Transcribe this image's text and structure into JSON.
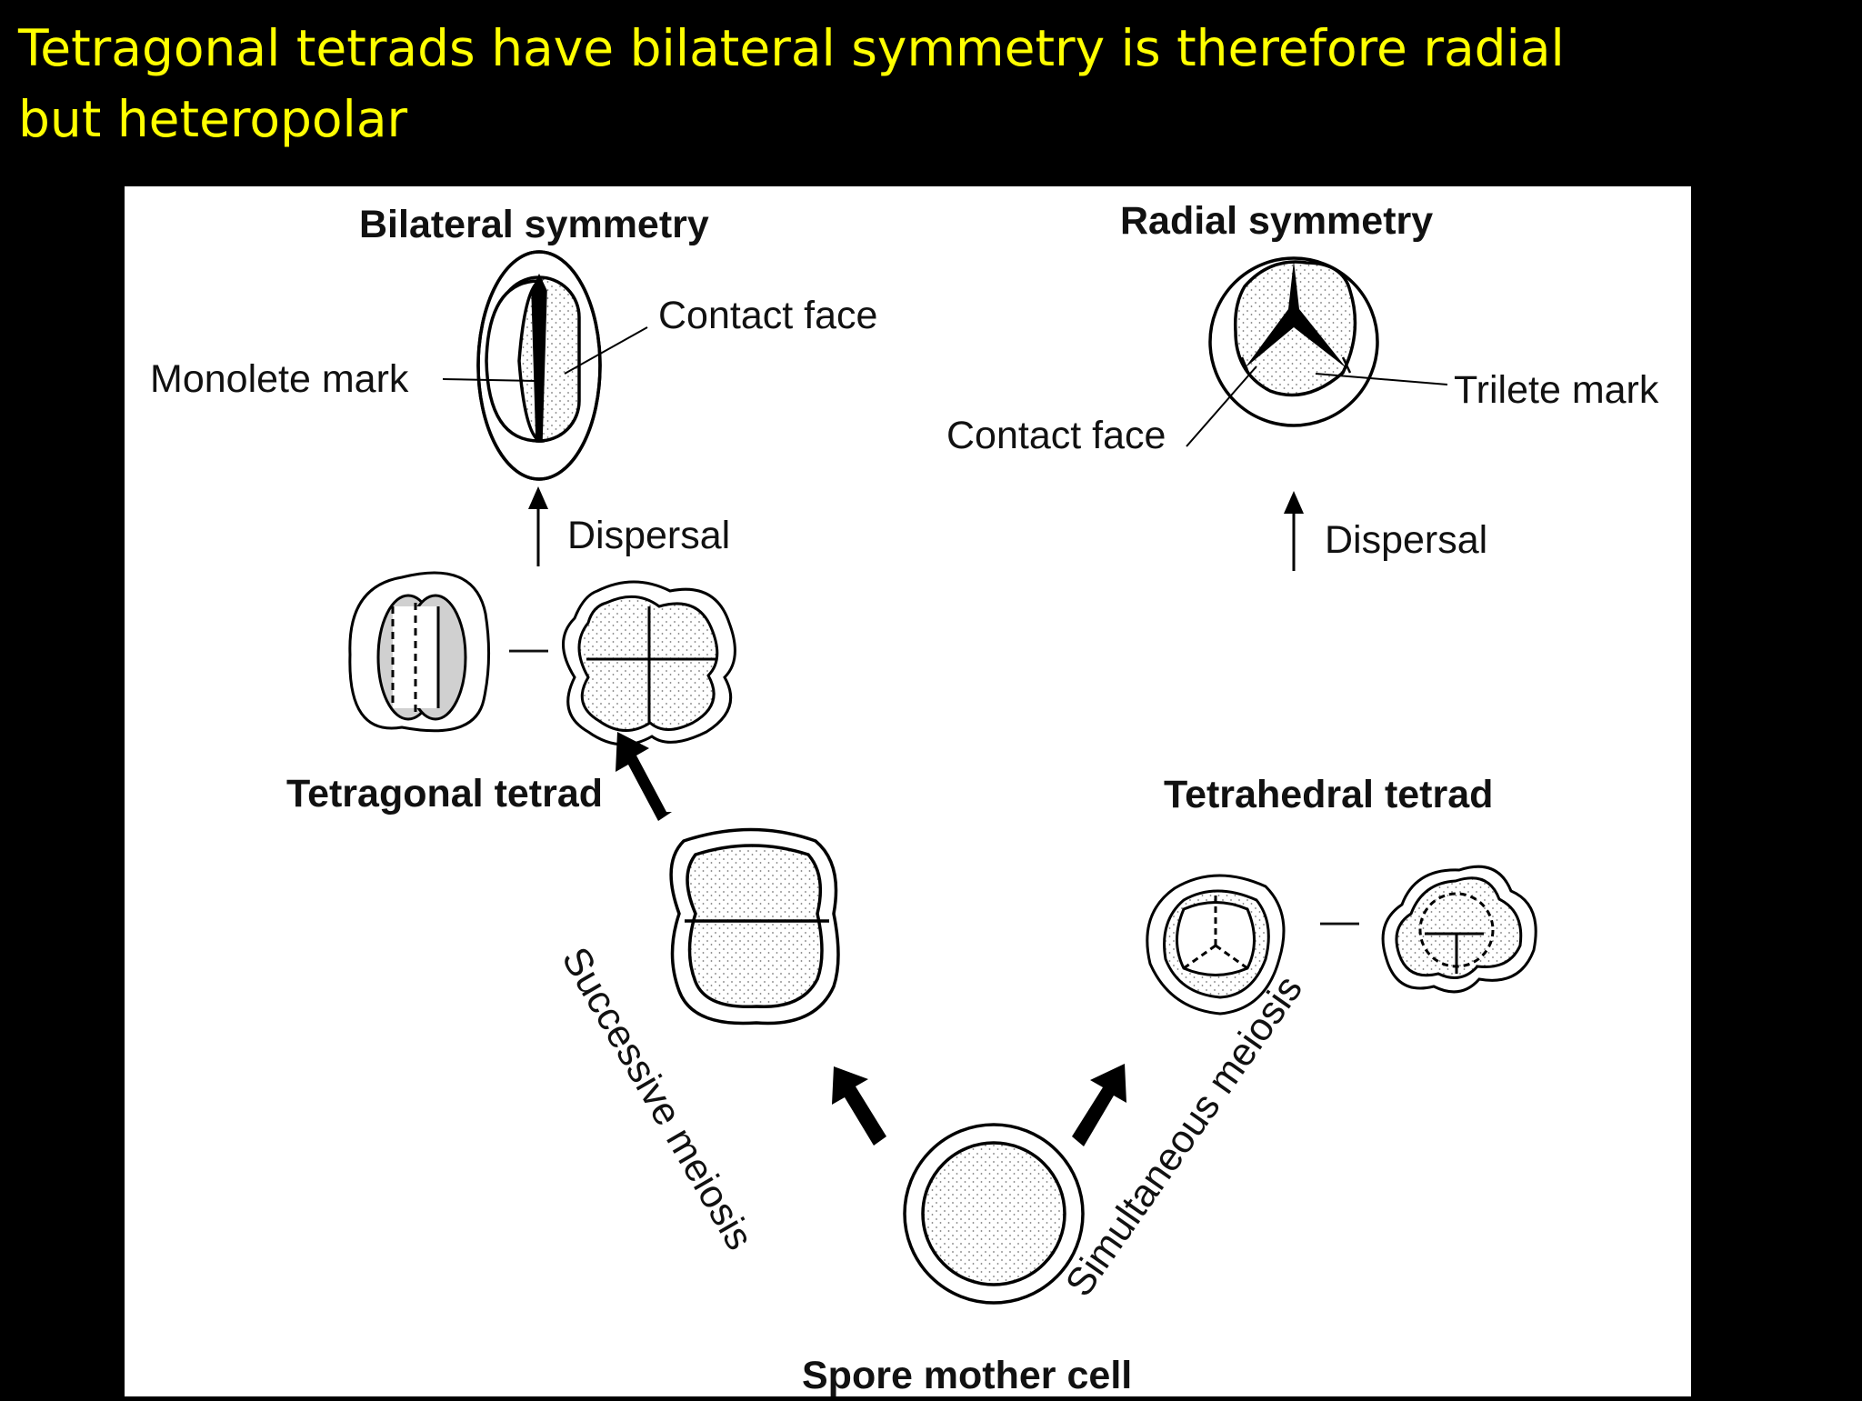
{
  "slide": {
    "title_line1": "Tetragonal tetrads have bilateral symmetry is therefore radial",
    "title_line2": "but heteropolar"
  },
  "diagram": {
    "heading_bilateral": "Bilateral symmetry",
    "heading_radial": "Radial symmetry",
    "label_contact_face_left": "Contact face",
    "label_monolete_mark": "Monolete mark",
    "label_contact_face_right": "Contact face",
    "label_trilete_mark": "Trilete mark",
    "label_dispersal_left": "Dispersal",
    "label_dispersal_right": "Dispersal",
    "heading_tetragonal_tetrad": "Tetragonal tetrad",
    "heading_tetrahedral_tetrad": "Tetrahedral tetrad",
    "label_successive_meiosis": "Successive meiosis",
    "label_simultaneous_meiosis": "Simultaneous meiosis",
    "heading_spore_mother_cell": "Spore mother cell",
    "dash_left": "—",
    "dash_right": "—"
  },
  "colors": {
    "title": "#ffff00",
    "background": "#000000",
    "figure_background": "#ffffff",
    "shaded_face": "#d0d0d0"
  }
}
